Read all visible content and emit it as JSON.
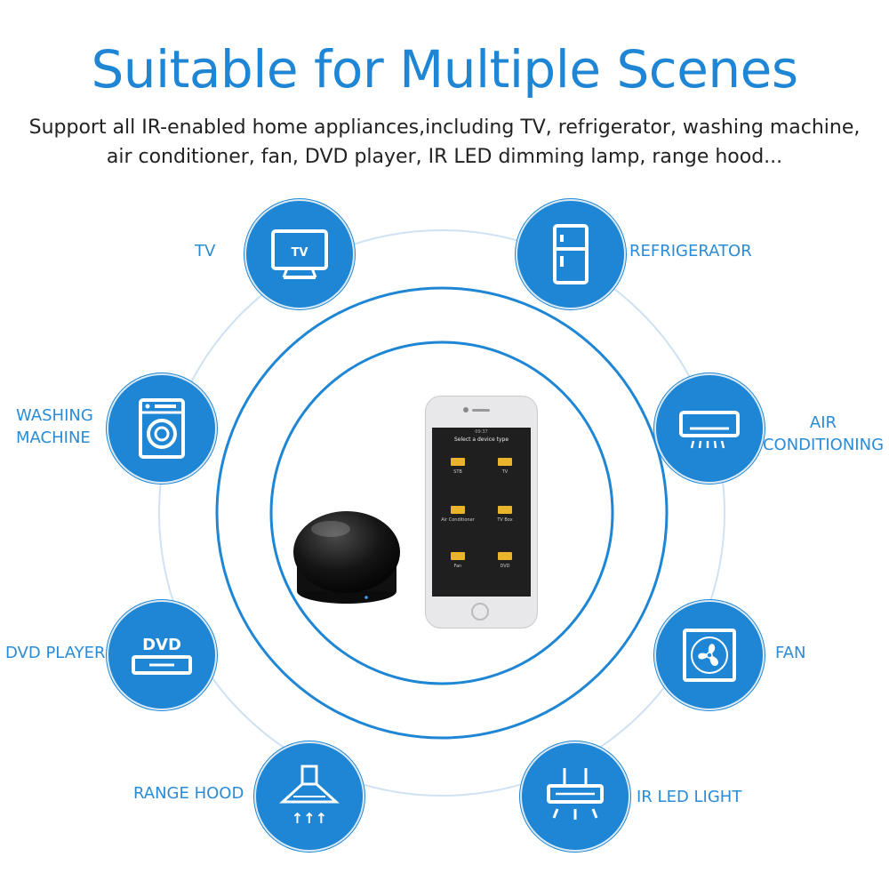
{
  "header": {
    "title": "Suitable for Multiple Scenes",
    "desc_line1": "Support  all IR-enabled home appliances,including TV, refrigerator, washing machine,",
    "desc_line2": "air conditioner, fan, DVD player, IR LED dimming lamp, range hood..."
  },
  "colors": {
    "accent": "#1e86d4",
    "ring": "#cfe2f3"
  },
  "scenes": [
    {
      "label": "TV",
      "icon": "tv-icon",
      "icon_text": "TV"
    },
    {
      "label": "REFRIGERATOR",
      "icon": "refrigerator-icon"
    },
    {
      "label_line1": "WASHING",
      "label_line2": "MACHINE",
      "icon": "washing-machine-icon"
    },
    {
      "label_line1": "AIR",
      "label_line2": "CONDITIONING",
      "icon": "air-conditioner-icon"
    },
    {
      "label": "DVD PLAYER",
      "icon": "dvd-player-icon",
      "icon_text": "DVD"
    },
    {
      "label": "FAN",
      "icon": "fan-icon"
    },
    {
      "label": "RANGE HOOD",
      "icon": "range-hood-icon",
      "icon_text": "↑↑↑"
    },
    {
      "label": "IR LED LIGHT",
      "icon": "led-light-icon"
    }
  ],
  "phone": {
    "status": "09:37",
    "screen_title": "Select a device type",
    "devices": [
      "STB",
      "TV",
      "Air Conditioner",
      "TV Box",
      "Fan",
      "DVD"
    ]
  }
}
